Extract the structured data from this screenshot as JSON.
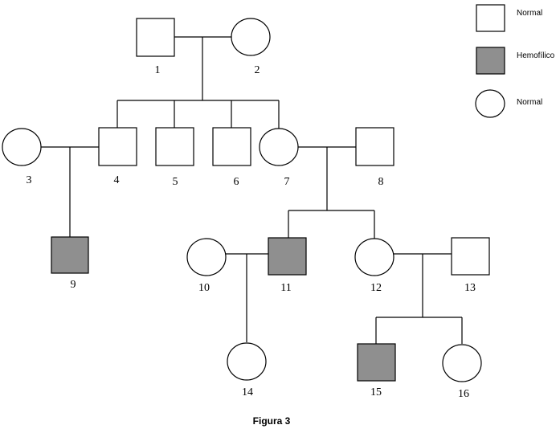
{
  "legend": [
    {
      "key": "normal_male",
      "label": "Normal",
      "shape": "square",
      "affected": false
    },
    {
      "key": "hemophilic_male",
      "label": "Hemofílico",
      "shape": "square",
      "affected": true
    },
    {
      "key": "normal_female",
      "label": "Normal",
      "shape": "circle",
      "affected": false
    }
  ],
  "colors": {
    "affected": "#8f8f8f",
    "normal": "#ffffff",
    "stroke": "#000000"
  },
  "individuals": [
    {
      "id": "1",
      "label": "1",
      "sex": "male",
      "affected": false
    },
    {
      "id": "2",
      "label": "2",
      "sex": "female",
      "affected": false
    },
    {
      "id": "3",
      "label": "3",
      "sex": "female",
      "affected": false
    },
    {
      "id": "4",
      "label": "4",
      "sex": "male",
      "affected": false
    },
    {
      "id": "5",
      "label": "5",
      "sex": "male",
      "affected": false
    },
    {
      "id": "6",
      "label": "6",
      "sex": "male",
      "affected": false
    },
    {
      "id": "7",
      "label": "7",
      "sex": "female",
      "affected": false
    },
    {
      "id": "8",
      "label": "8",
      "sex": "male",
      "affected": false
    },
    {
      "id": "9",
      "label": "9",
      "sex": "male",
      "affected": true
    },
    {
      "id": "10",
      "label": "10",
      "sex": "female",
      "affected": false
    },
    {
      "id": "11",
      "label": "11",
      "sex": "male",
      "affected": true
    },
    {
      "id": "12",
      "label": "12",
      "sex": "female",
      "affected": false
    },
    {
      "id": "13",
      "label": "13",
      "sex": "male",
      "affected": false
    },
    {
      "id": "14",
      "label": "14",
      "sex": "female",
      "affected": false
    },
    {
      "id": "15",
      "label": "15",
      "sex": "male",
      "affected": true
    },
    {
      "id": "16",
      "label": "16",
      "sex": "female",
      "affected": false
    }
  ],
  "caption": "Figura 3"
}
